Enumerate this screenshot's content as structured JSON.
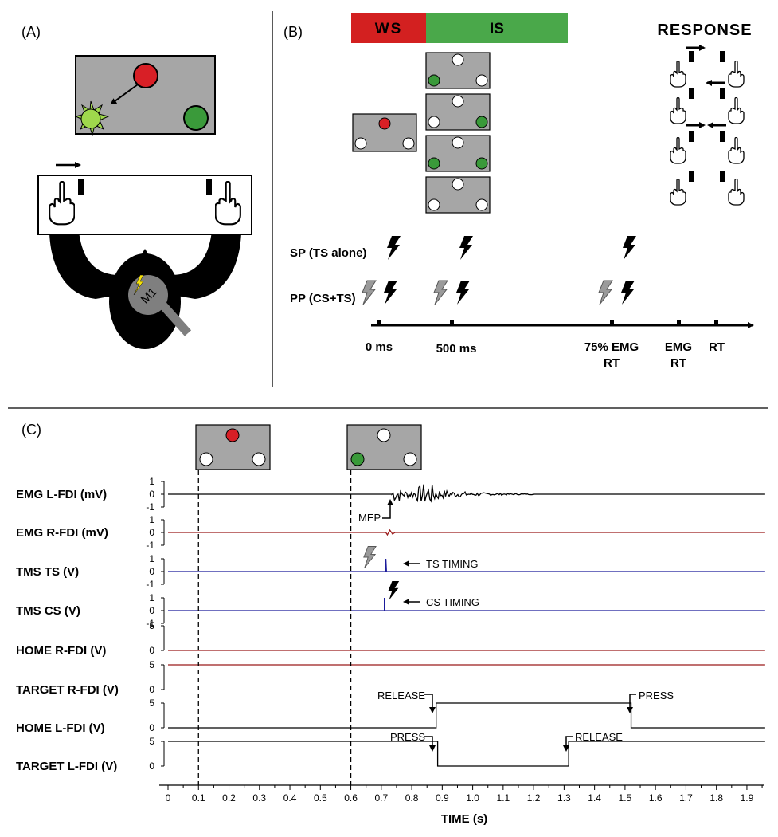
{
  "panels": {
    "a": {
      "label": "(A)",
      "m1_label": "M1"
    },
    "b": {
      "label": "(B)",
      "ws_label": "WS",
      "is_label": "IS",
      "response_label": "RESPONSE",
      "sp_label": "SP (TS alone)",
      "pp_label": "PP (CS+TS)",
      "ticks": [
        {
          "label": "0 ms"
        },
        {
          "label": "500 ms"
        },
        {
          "label": "75% EMG",
          "label2": "RT"
        },
        {
          "label": "EMG",
          "label2": "RT"
        },
        {
          "label": "RT"
        }
      ]
    },
    "c": {
      "label": "(C)",
      "x_axis_label": "TIME (s)",
      "x_ticks": [
        "0",
        "0.1",
        "0.2",
        "0.3",
        "0.4",
        "0.5",
        "0.6",
        "0.7",
        "0.8",
        "0.9",
        "1.0",
        "1.1",
        "1.2",
        "1.3",
        "1.4",
        "1.5",
        "1.6",
        "1.7",
        "1.8",
        "1.9"
      ],
      "annotations": {
        "mep": "MEP",
        "ts_timing": "TS TIMING",
        "cs_timing": "CS TIMING",
        "release_home": "RELEASE",
        "press_target": "PRESS",
        "press_home": "PRESS",
        "release_target": "RELEASE"
      },
      "traces": [
        {
          "name": "EMG L-FDI (mV)",
          "ticks": [
            "1",
            "0",
            "-1"
          ],
          "color": "#000000"
        },
        {
          "name": "EMG R-FDI (mV)",
          "ticks": [
            "1",
            "0",
            "-1"
          ],
          "color": "#9b1b1b"
        },
        {
          "name": "TMS TS (V)",
          "ticks": [
            "1",
            "0",
            "-1"
          ],
          "color": "#1b1b9b"
        },
        {
          "name": "TMS CS (V)",
          "ticks": [
            "1",
            "0",
            "-1"
          ],
          "color": "#1b1b9b"
        },
        {
          "name": "HOME R-FDI (V)",
          "ticks": [
            "5",
            "0"
          ],
          "color": "#9b1b1b"
        },
        {
          "name": "TARGET R-FDI (V)",
          "ticks": [
            "5",
            "0"
          ],
          "color": "#9b1b1b"
        },
        {
          "name": "HOME L-FDI (V)",
          "ticks": [
            "5",
            "0"
          ],
          "color": "#000000"
        },
        {
          "name": "TARGET L-FDI (V)",
          "ticks": [
            "5",
            "0"
          ],
          "color": "#000000"
        }
      ]
    }
  },
  "colors": {
    "ws": "#d32020",
    "is": "#4aa84a",
    "red_circle": "#d81f26",
    "green_circle": "#3a9a3a",
    "light_green": "#9fd84c",
    "gray_box": "#a6a6a6"
  }
}
